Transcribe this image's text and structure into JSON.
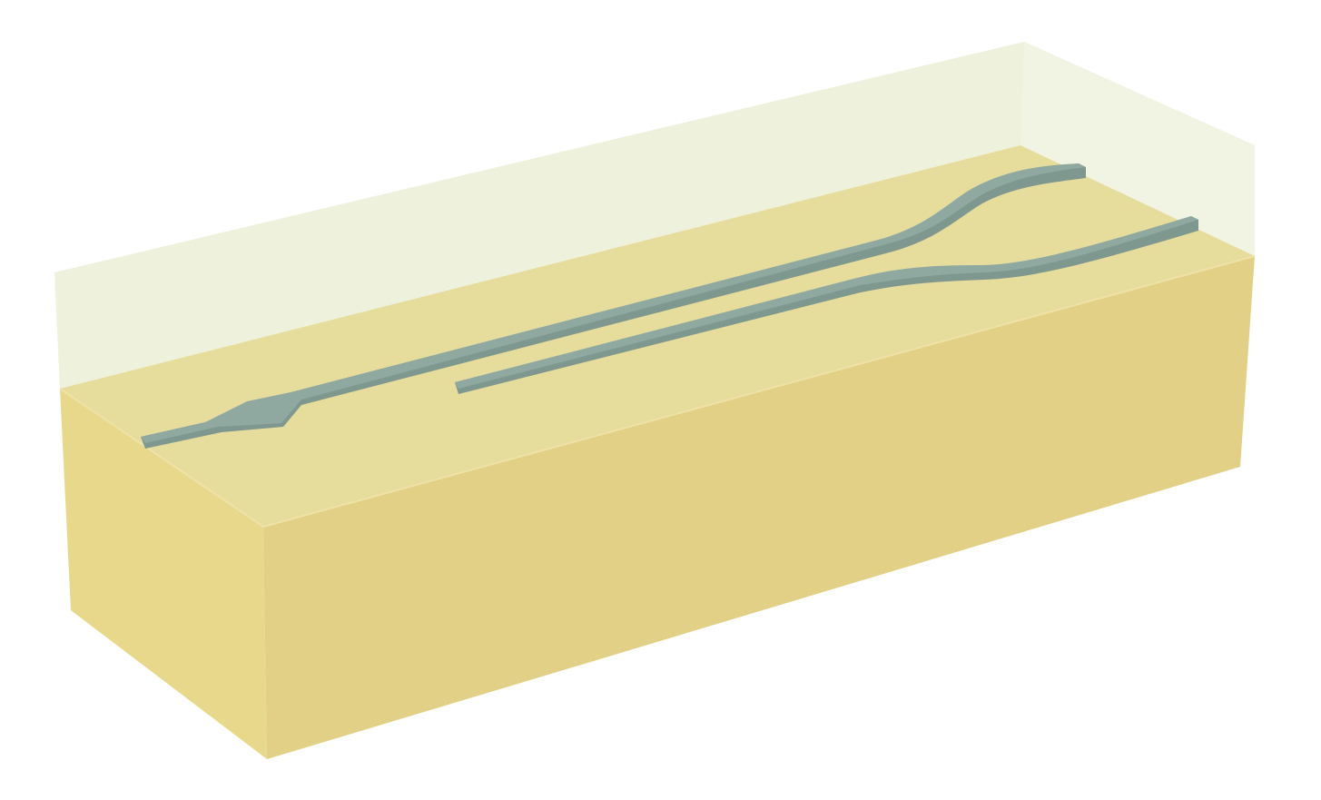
{
  "diagram": {
    "colors": {
      "background": "#ffffff",
      "cladding_top": "#f2f4e3",
      "cladding_back": "#eef1dc",
      "substrate_top": "#e6dc9c",
      "substrate_front": "#e2d086",
      "substrate_left": "#e8d88c",
      "waveguide_top": "#8fa8a0",
      "waveguide_side": "#7e9890",
      "edge_highlight": "#efe2a6"
    },
    "components": [
      {
        "id": "cladding",
        "kind": "translucent cladding layer"
      },
      {
        "id": "substrate",
        "kind": "substrate block"
      },
      {
        "id": "waveguide-1",
        "kind": "tapered input waveguide with s-bend"
      },
      {
        "id": "waveguide-2",
        "kind": "straight waveguide with s-bend"
      }
    ]
  }
}
